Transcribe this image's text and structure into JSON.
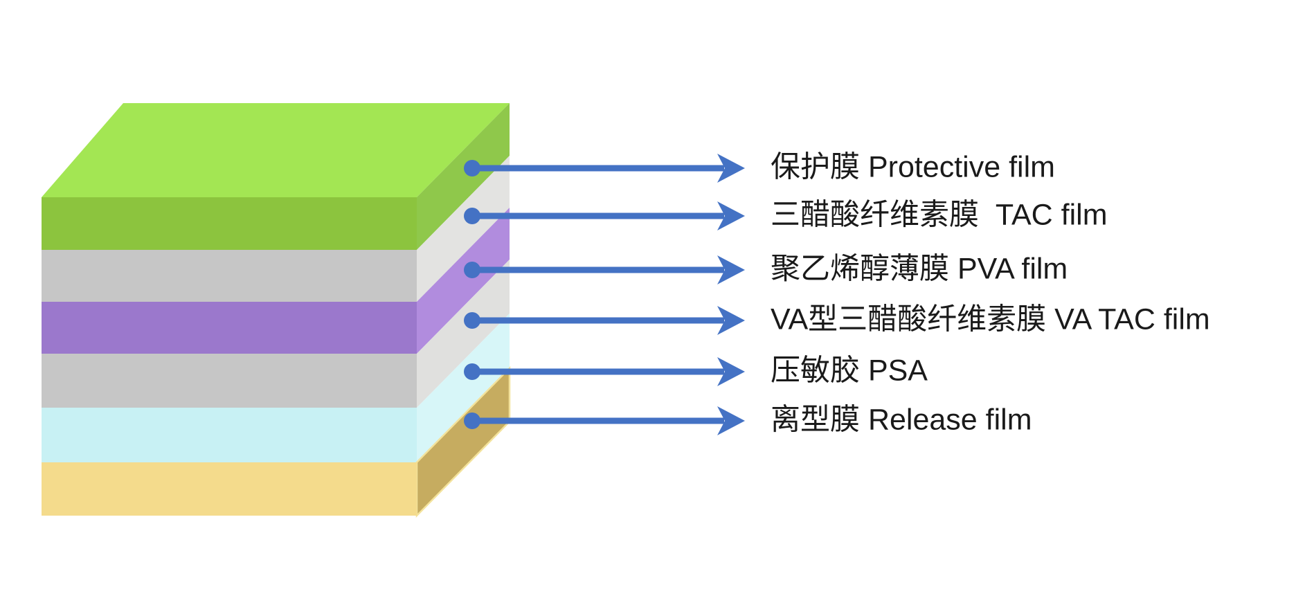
{
  "diagram": {
    "type": "layer-stack-diagram",
    "arrow_color": "#4472C4",
    "layers": [
      {
        "id": "protective-film",
        "text": "保护膜 Protective film",
        "colors": {
          "top": "#A3E653",
          "front": "#8CC43E",
          "side": "#8FC84B"
        }
      },
      {
        "id": "tac-film",
        "text": "三醋酸纤维素膜  TAC film",
        "colors": {
          "front": "#C6C6C6",
          "side": "#E3E3E1"
        }
      },
      {
        "id": "pva-film",
        "text": "聚乙烯醇薄膜 PVA film",
        "colors": {
          "front": "#9B78CC",
          "side": "#B18CDE"
        }
      },
      {
        "id": "va-tac-film",
        "text": "VA型三醋酸纤维素膜 VA TAC film",
        "colors": {
          "front": "#C6C6C6",
          "side": "#E0E0DE"
        }
      },
      {
        "id": "psa",
        "text": "压敏胶 PSA",
        "colors": {
          "front": "#C8F1F4",
          "side": "#D7F6F8"
        }
      },
      {
        "id": "release-film",
        "text": "离型膜 Release film",
        "colors": {
          "front": "#F4DB8C",
          "side": "#C6AC60",
          "edge": "#F3E29B"
        }
      }
    ]
  }
}
